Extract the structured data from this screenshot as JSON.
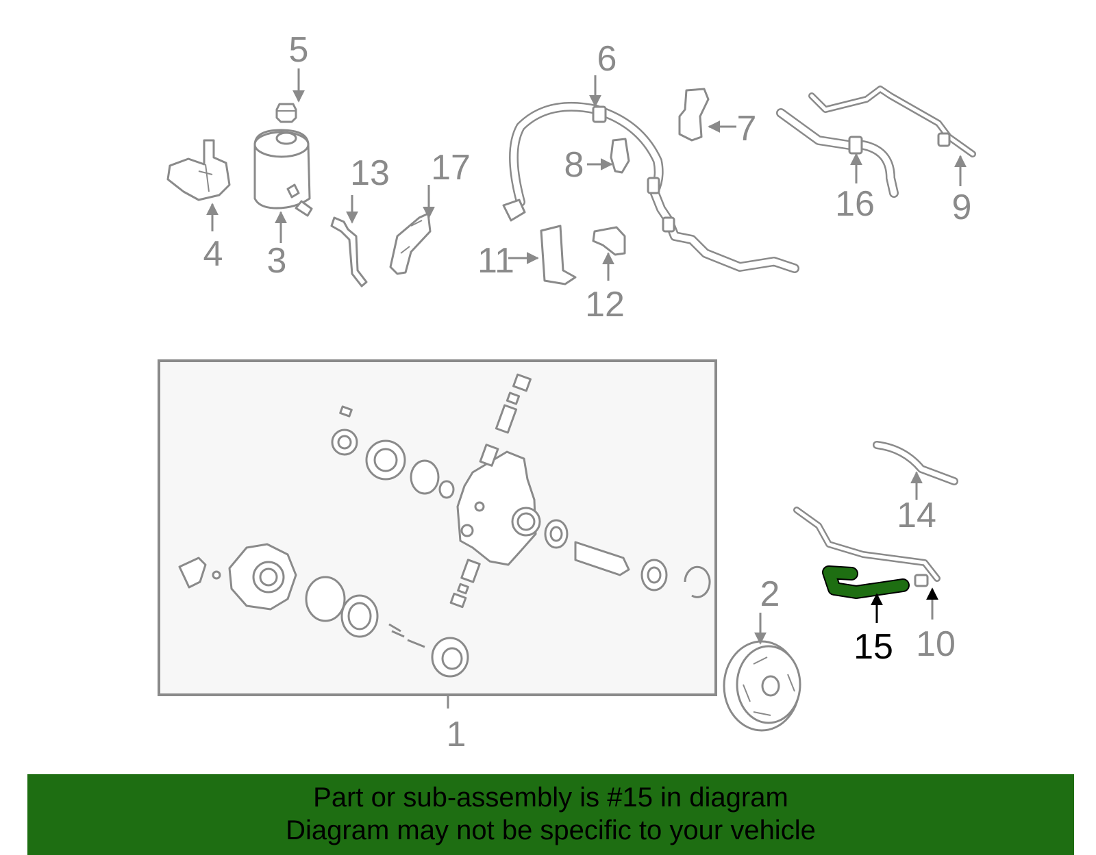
{
  "callouts": {
    "c1": "1",
    "c2": "2",
    "c3": "3",
    "c4": "4",
    "c5": "5",
    "c6": "6",
    "c7": "7",
    "c8": "8",
    "c9": "9",
    "c10": "10",
    "c11": "11",
    "c12": "12",
    "c13": "13",
    "c14": "14",
    "c15": "15",
    "c16": "16",
    "c17": "17"
  },
  "highlighted_part": "15",
  "colors": {
    "highlight": "#1e6e12",
    "drawing": "#8a8a8a",
    "banner": "#1e6e12"
  },
  "banner": {
    "line1": "Part or sub-assembly is #15 in diagram",
    "line2": "Diagram may not be specific to your vehicle"
  }
}
